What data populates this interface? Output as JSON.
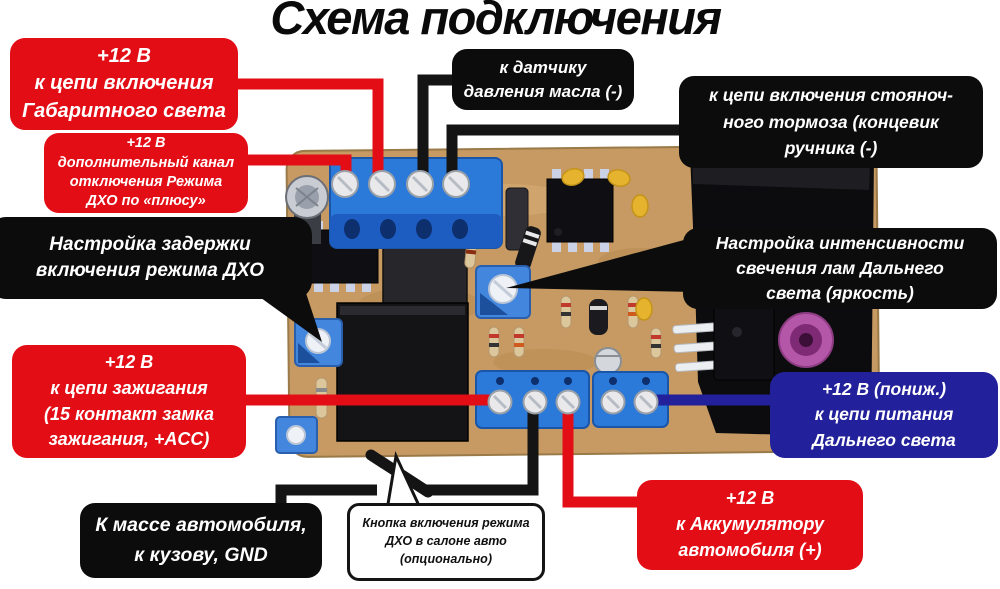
{
  "title": "Схема подключения",
  "callouts": [
    {
      "id": "parking-lights",
      "style": "red",
      "lines": [
        "+12 В",
        "к цепи включения",
        "Габаритного света"
      ]
    },
    {
      "id": "aux-channel",
      "style": "red",
      "lines": [
        "+12 В",
        "дополнительный канал",
        "отключения Режима",
        "ДХО по «плюсу»"
      ]
    },
    {
      "id": "delay-adjust",
      "style": "black",
      "lines": [
        "Настройка задержки",
        "включения режима ДХО"
      ]
    },
    {
      "id": "oil-pressure",
      "style": "black",
      "lines": [
        "к датчику",
        "давления масла (-)"
      ]
    },
    {
      "id": "parking-brake",
      "style": "black",
      "lines": [
        "к цепи включения стояноч-",
        "ного тормоза (концевик",
        "ручника (-)"
      ]
    },
    {
      "id": "brightness-adjust",
      "style": "black",
      "lines": [
        "Настройка интенсивности",
        "свечения лам Дальнего",
        "света (яркость)"
      ]
    },
    {
      "id": "ignition",
      "style": "red",
      "lines": [
        "+12 В",
        "к цепи зажигания",
        "(15 контакт замка",
        "зажигания, +ACC)"
      ]
    },
    {
      "id": "highbeam-power",
      "style": "blue",
      "lines": [
        "+12 В (пониж.)",
        "к цепи питания",
        "Дальнего света"
      ]
    },
    {
      "id": "battery",
      "style": "red",
      "lines": [
        "+12 В",
        "к Аккумулятору",
        "автомобиля (+)"
      ]
    },
    {
      "id": "ground",
      "style": "black",
      "lines": [
        "К массе автомобиля,",
        "к кузову, GND"
      ]
    },
    {
      "id": "dxo-button",
      "style": "white",
      "lines": [
        "Кнопка включения режима",
        "ДХО в салоне авто",
        "(опционально)"
      ]
    }
  ],
  "colors": {
    "callout_red": "#e30d15",
    "callout_black": "#0c0c0c",
    "callout_blue": "#22209a",
    "wire_red": "#e30d15",
    "wire_black": "#141414",
    "wire_blue": "#22209a",
    "pcb_board": "#c69a62",
    "terminal_blue": "#2b79d8",
    "title_color": "#0a0a0a"
  }
}
